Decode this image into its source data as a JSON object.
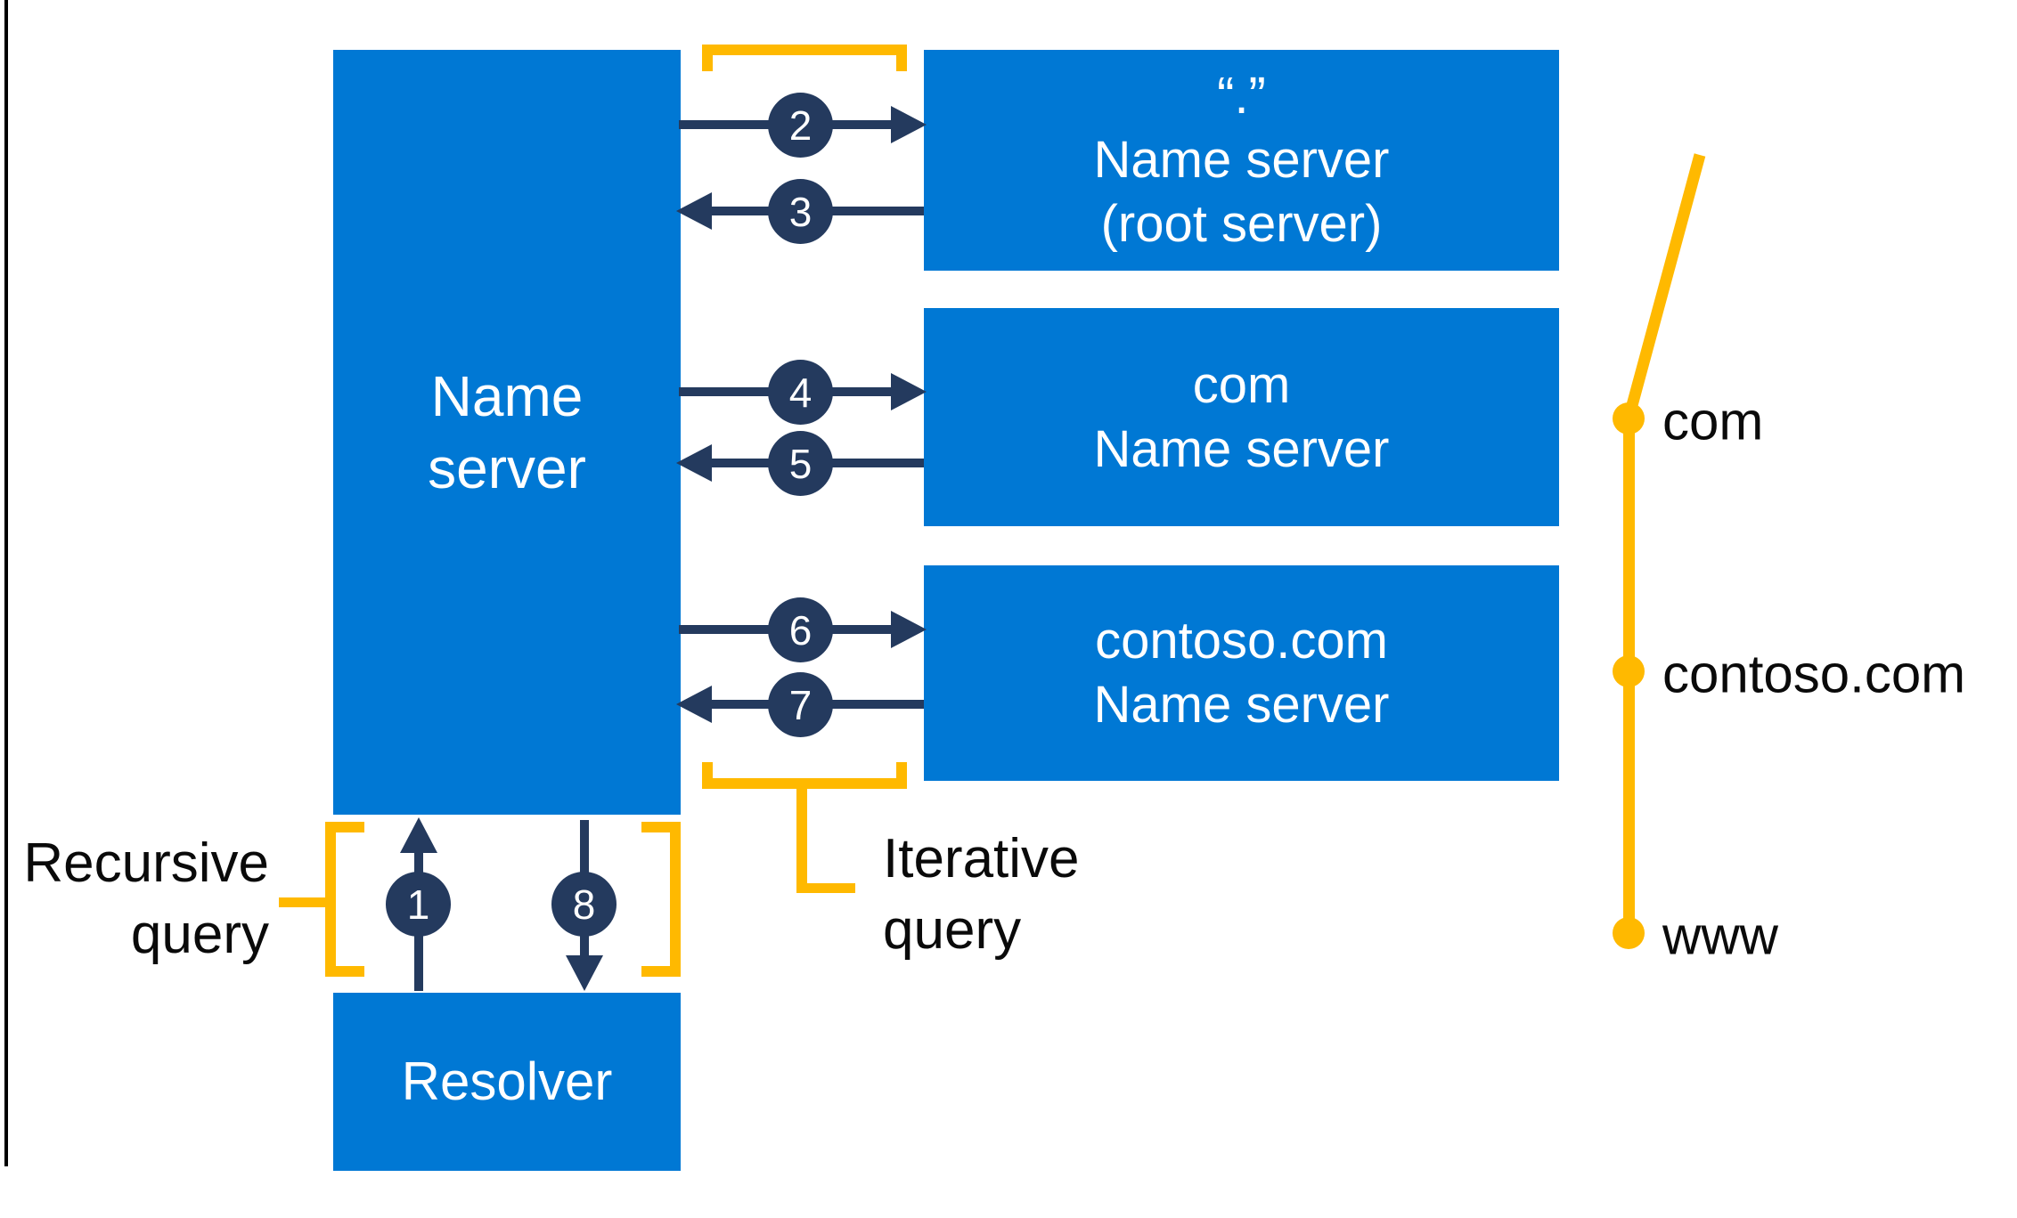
{
  "title": "DNS recursive and iterative query diagram",
  "colors": {
    "box_blue": "#0078D4",
    "arrow_navy": "#243A5E",
    "accent_orange": "#FFB900",
    "label_black": "#0a0a0a",
    "box_text_white": "#ffffff"
  },
  "nodes": {
    "name_server": {
      "lines": [
        "Name",
        "server"
      ]
    },
    "resolver": {
      "label": "Resolver"
    },
    "root_server": {
      "lines": [
        "“.”",
        "Name server",
        "(root server)"
      ]
    },
    "com_server": {
      "lines": [
        "com",
        "Name server"
      ]
    },
    "contoso_server": {
      "lines": [
        "contoso.com",
        "Name server"
      ]
    }
  },
  "steps": [
    "1",
    "2",
    "3",
    "4",
    "5",
    "6",
    "7",
    "8"
  ],
  "annotations": {
    "recursive": {
      "lines": [
        "Recursive",
        "query"
      ]
    },
    "iterative": {
      "lines": [
        "Iterative",
        "query"
      ]
    }
  },
  "hierarchy": {
    "labels": [
      "com",
      "contoso.com",
      "www"
    ]
  }
}
